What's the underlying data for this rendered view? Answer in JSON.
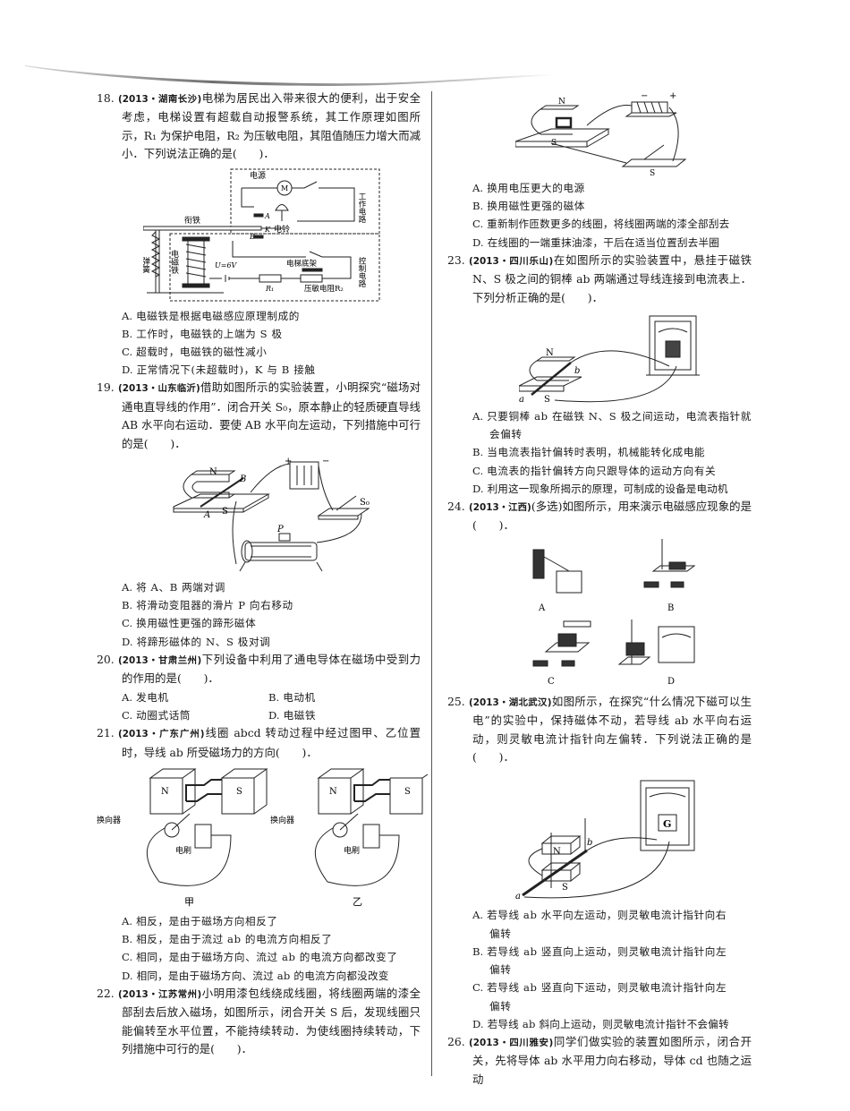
{
  "page": {
    "questions": [
      {
        "number": "18.",
        "source": "(2013・湖南长沙)",
        "stem": "电梯为居民出入带来很大的便利，出于安全考虑，电梯设置有超载自动报警系统，其工作原理如图所示，R₁ 为保护电阻，R₂ 为压敏电阻，其阻值随压力增大而减小．下列说法正确的是(　　)．",
        "figure_labels": {
          "power": "电源",
          "motor": "M",
          "work_circuit": "工作电路",
          "armature": "衔铁",
          "A": "A",
          "K": "K",
          "B": "B",
          "bell": "电铃",
          "spring": "弹簧",
          "electromagnet": "电磁铁",
          "voltage": "U=6V",
          "elevator_base": "电梯底架",
          "R1": "R₁",
          "pressure_resistor": "压敏电阻R₂",
          "control_circuit": "控制电路"
        },
        "options": [
          {
            "label": "A.",
            "text": "电磁铁是根据电磁感应原理制成的"
          },
          {
            "label": "B.",
            "text": "工作时，电磁铁的上端为 S 极"
          },
          {
            "label": "C.",
            "text": "超载时，电磁铁的磁性减小"
          },
          {
            "label": "D.",
            "text": "正常情况下(未超载时)，K 与 B 接触"
          }
        ]
      },
      {
        "number": "19.",
        "source": "(2013・山东临沂)",
        "stem": "借助如图所示的实验装置，小明探究“磁场对通电直导线的作用”．闭合开关 S₀，原本静止的轻质硬直导线 AB 水平向右运动．要使 AB 水平向左运动，下列措施中可行的是(　　)．",
        "figure_labels": {
          "N": "N",
          "S": "S",
          "A": "A",
          "B": "B",
          "plus": "+",
          "minus": "−",
          "switch": "S₀",
          "slider": "P"
        },
        "options": [
          {
            "label": "A.",
            "text": "将 A、B 两端对调"
          },
          {
            "label": "B.",
            "text": "将滑动变阻器的滑片 P 向右移动"
          },
          {
            "label": "C.",
            "text": "换用磁性更强的蹄形磁体"
          },
          {
            "label": "D.",
            "text": "将蹄形磁体的 N、S 极对调"
          }
        ]
      },
      {
        "number": "20.",
        "source": "(2013・甘肃兰州)",
        "stem": "下列设备中利用了通电导体在磁场中受到力的作用的是(　　)．",
        "options": [
          {
            "label": "A.",
            "text": "发电机"
          },
          {
            "label": "B.",
            "text": "电动机"
          },
          {
            "label": "C.",
            "text": "动圈式话筒"
          },
          {
            "label": "D.",
            "text": "电磁铁"
          }
        ]
      },
      {
        "number": "21.",
        "source": "(2013・广东广州)",
        "stem": "线圈 abcd 转动过程中经过图甲、乙位置时，导线 ab 所受磁场力的方向(　　)．",
        "figure_labels": {
          "N": "N",
          "S": "S",
          "commutator": "换向器",
          "brush": "电刷",
          "fig1": "甲",
          "fig2": "乙"
        },
        "options": [
          {
            "label": "A.",
            "text": "相反，是由于磁场方向相反了"
          },
          {
            "label": "B.",
            "text": "相反，是由于流过 ab 的电流方向相反了"
          },
          {
            "label": "C.",
            "text": "相同，是由于磁场方向、流过 ab 的电流方向都改变了"
          },
          {
            "label": "D.",
            "text": "相同，是由于磁场方向、流过 ab 的电流方向都没改变"
          }
        ]
      },
      {
        "number": "22.",
        "source": "(2013・江苏常州)",
        "stem": "小明用漆包线绕成线圈，将线圈两端的漆全部刮去后放入磁场，如图所示，闭合开关 S 后，发现线圈只能偏转至水平位置，不能持续转动．为使线圈持续转动，下列措施中可行的是(　　)．",
        "figure_labels": {
          "N": "N",
          "S": "S",
          "minus": "−",
          "plus": "+",
          "switch": "S"
        },
        "options": [
          {
            "label": "A.",
            "text": "换用电压更大的电源"
          },
          {
            "label": "B.",
            "text": "换用磁性更强的磁体"
          },
          {
            "label": "C.",
            "text": "重新制作匝数更多的线圈，将线圈两端的漆全部刮去"
          },
          {
            "label": "D.",
            "text": "在线圈的一端重抹油漆，干后在适当位置刮去半圈"
          }
        ]
      },
      {
        "number": "23.",
        "source": "(2013・四川乐山)",
        "stem": "在如图所示的实验装置中，悬挂于磁铁 N、S 极之间的铜棒 ab 两端通过导线连接到电流表上．下列分析正确的是(　　)．",
        "figure_labels": {
          "N": "N",
          "S": "S",
          "a": "a",
          "b": "b"
        },
        "options": [
          {
            "label": "A.",
            "text": "只要铜棒 ab 在磁铁 N、S 极之间运动，电流表指针就",
            "cont": "会偏转"
          },
          {
            "label": "B.",
            "text": "当电流表指针偏转时表明，机械能转化成电能"
          },
          {
            "label": "C.",
            "text": "电流表的指针偏转方向只跟导体的运动方向有关"
          },
          {
            "label": "D.",
            "text": "利用这一现象所揭示的原理，可制成的设备是电动机"
          }
        ]
      },
      {
        "number": "24.",
        "source": "(2013・江西)",
        "stem": "(多选)如图所示，用来演示电磁感应现象的是(　　)．",
        "figure_labels": {
          "A": "A",
          "B": "B",
          "C": "C",
          "D": "D"
        }
      },
      {
        "number": "25.",
        "source": "(2013・湖北武汉)",
        "stem": "如图所示，在探究“什么情况下磁可以生电”的实验中，保持磁体不动，若导线 ab 水平向右运动，则灵敏电流计指针向左偏转．下列说法正确的是(　　)．",
        "figure_labels": {
          "N": "N",
          "S": "S",
          "a": "a",
          "b": "b",
          "G": "G"
        },
        "options": [
          {
            "label": "A.",
            "text": "若导线 ab 水平向左运动，则灵敏电流计指针向右",
            "cont": "偏转"
          },
          {
            "label": "B.",
            "text": "若导线 ab 竖直向上运动，则灵敏电流计指针向左",
            "cont": "偏转"
          },
          {
            "label": "C.",
            "text": "若导线 ab 竖直向下运动，则灵敏电流计指针向左",
            "cont": "偏转"
          },
          {
            "label": "D.",
            "text": "若导线 ab 斜向上运动，则灵敏电流计指针不会偏转"
          }
        ]
      },
      {
        "number": "26.",
        "source": "(2013・四川雅安)",
        "stem": "同学们做实验的装置如图所示，闭合开关，先将导体 ab 水平用力向右移动，导体 cd 也随之运动"
      }
    ]
  }
}
